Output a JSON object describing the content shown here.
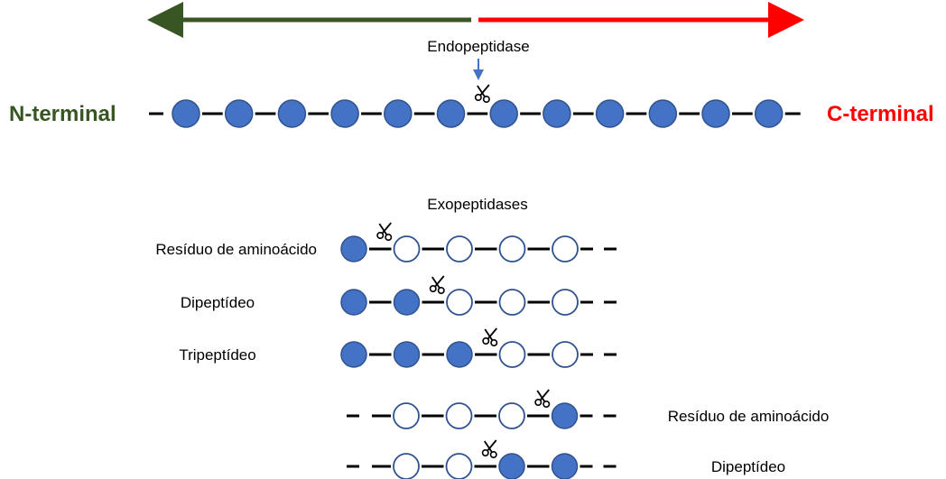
{
  "colors": {
    "n_terminal": "#375623",
    "c_terminal": "#ff0000",
    "filled_residue": "#4472c4",
    "residue_outline": "#2f528f",
    "pointer": "#4472c4"
  },
  "direction_arrows": {
    "left_color": "#375623",
    "right_color": "#ff0000"
  },
  "endopeptidase": {
    "label": "Endopeptidase",
    "left_terminal": "N-terminal",
    "right_terminal": "C-terminal",
    "residue_count": 12,
    "cut_after_residue": 6,
    "cut_icon": "scissors-icon",
    "pointer_icon": "down-arrow-icon"
  },
  "exopeptidases": {
    "label": "Exopeptidases",
    "rows": [
      {
        "label": "Resíduo de aminoácido",
        "label_side": "left",
        "pattern": [
          "filled",
          "open",
          "open",
          "open",
          "open"
        ],
        "cut_after": 1,
        "trailing_dashes": 2,
        "leading_dashes": 0
      },
      {
        "label": "Dipeptídeo",
        "label_side": "left",
        "pattern": [
          "filled",
          "filled",
          "open",
          "open",
          "open"
        ],
        "cut_after": 2,
        "trailing_dashes": 2,
        "leading_dashes": 0
      },
      {
        "label": "Tripeptídeo",
        "label_side": "left",
        "pattern": [
          "filled",
          "filled",
          "filled",
          "open",
          "open"
        ],
        "cut_after": 3,
        "trailing_dashes": 2,
        "leading_dashes": 0
      },
      {
        "label": "Resíduo de aminoácido",
        "label_side": "right",
        "pattern": [
          "open",
          "open",
          "open",
          "filled"
        ],
        "cut_after": 3,
        "trailing_dashes": 2,
        "leading_dashes": 2
      },
      {
        "label": "Dipeptídeo",
        "label_side": "right",
        "pattern": [
          "open",
          "open",
          "filled",
          "filled"
        ],
        "cut_after": 2,
        "trailing_dashes": 2,
        "leading_dashes": 2
      }
    ]
  }
}
